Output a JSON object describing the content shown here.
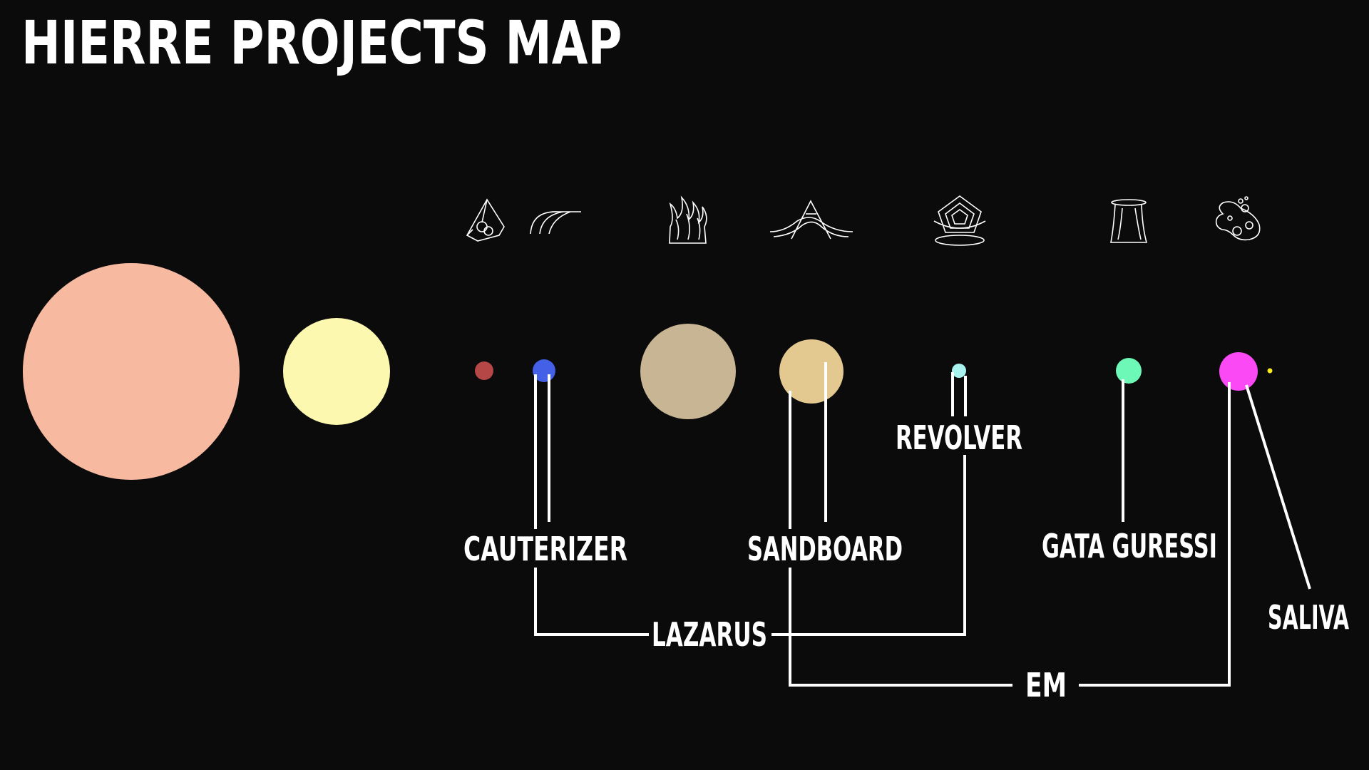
{
  "title": "HIERRE PROJECTS MAP",
  "colors": {
    "background": "#0b0b0b",
    "line": "#ffffff",
    "sun": "#f8b9a1",
    "planet_yellow": "#fdf8b0",
    "planet_red": "#b54847",
    "planet_blue": "#4460e6",
    "planet_tan": "#c8b593",
    "planet_gold": "#e3c98f",
    "planet_cyan": "#a8f2f0",
    "planet_green": "#6ef8b8",
    "planet_magenta": "#fb49f5",
    "moon_yellow": "#f7ea22"
  },
  "icons": [
    "crystal-rocks-icon",
    "wave-arcs-icon",
    "flames-icon",
    "bridge-arch-icon",
    "pentagon-pedestal-icon",
    "pillar-table-icon",
    "palette-bubbles-icon"
  ],
  "labels": {
    "cauterizer": "CAUTERIZER",
    "sandboard": "SANDBOARD",
    "revolver": "REVOLVER",
    "gata_guressi": "GATA GURESSI",
    "saliva": "SALIVA",
    "lazarus": "LAZARUS",
    "em": "EM"
  }
}
